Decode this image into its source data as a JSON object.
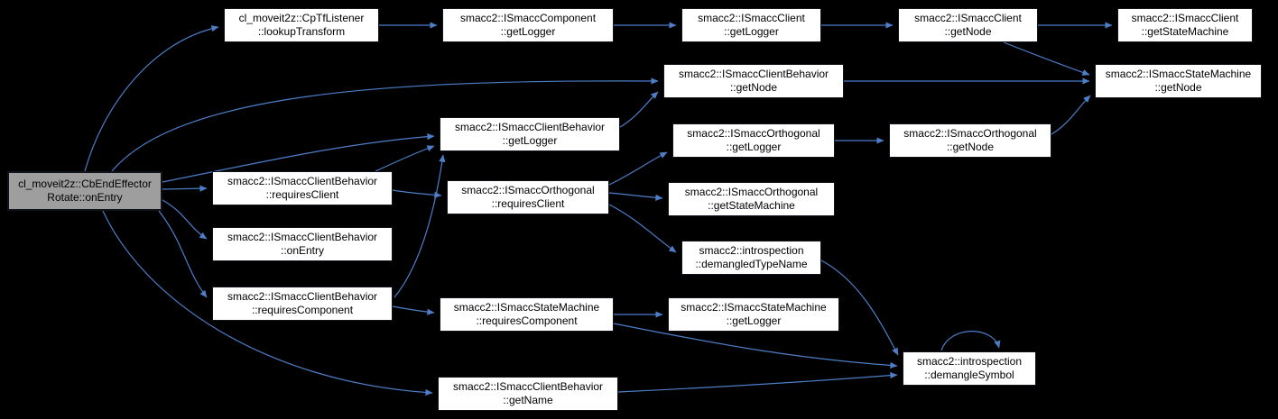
{
  "diagram": {
    "type": "call-graph",
    "root_function": "cl_moveit2z::CbEndEffectorRotate::onEntry",
    "colors": {
      "bg": "#000000",
      "edge": "#4d7ec8",
      "nodefill": "#ffffff",
      "nodeborder": "#10131a",
      "rootfill": "#9e9e9e",
      "text": "#000000"
    }
  },
  "nodes": [
    {
      "id": "cbendeffectorrotate-onentry",
      "line1": "cl_moveit2z::CbEndEffector",
      "line2": "Rotate::onEntry",
      "root": true
    },
    {
      "id": "cptflistener-lookuptransform",
      "line1": "cl_moveit2z::CpTfListener",
      "line2": "::lookupTransform"
    },
    {
      "id": "ismacccomponent-getlogger",
      "line1": "smacc2::ISmaccComponent",
      "line2": "::getLogger"
    },
    {
      "id": "ismaccclient-getlogger",
      "line1": "smacc2::ISmaccClient",
      "line2": "::getLogger"
    },
    {
      "id": "ismaccclient-getnode",
      "line1": "smacc2::ISmaccClient",
      "line2": "::getNode"
    },
    {
      "id": "ismaccclient-getstatemachine",
      "line1": "smacc2::ISmaccClient",
      "line2": "::getStateMachine"
    },
    {
      "id": "ismaccclientbehavior-getnode",
      "line1": "smacc2::ISmaccClientBehavior",
      "line2": "::getNode"
    },
    {
      "id": "ismaccstatemachine-getnode",
      "line1": "smacc2::ISmaccStateMachine",
      "line2": "::getNode"
    },
    {
      "id": "ismaccclientbehavior-getlogger",
      "line1": "smacc2::ISmaccClientBehavior",
      "line2": "::getLogger"
    },
    {
      "id": "ismaccorthogonal-getlogger",
      "line1": "smacc2::ISmaccOrthogonal",
      "line2": "::getLogger"
    },
    {
      "id": "ismaccorthogonal-getnode",
      "line1": "smacc2::ISmaccOrthogonal",
      "line2": "::getNode"
    },
    {
      "id": "ismaccclientbehavior-requiresclient",
      "line1": "smacc2::ISmaccClientBehavior",
      "line2": "::requiresClient"
    },
    {
      "id": "ismaccorthogonal-requiresclient",
      "line1": "smacc2::ISmaccOrthogonal",
      "line2": "::requiresClient"
    },
    {
      "id": "ismaccorthogonal-getstatemachine",
      "line1": "smacc2::ISmaccOrthogonal",
      "line2": "::getStateMachine"
    },
    {
      "id": "ismaccclientbehavior-onentry",
      "line1": "smacc2::ISmaccClientBehavior",
      "line2": "::onEntry"
    },
    {
      "id": "introspection-demangledtypename",
      "line1": "smacc2::introspection",
      "line2": "::demangledTypeName"
    },
    {
      "id": "ismaccclientbehavior-requirescomponent",
      "line1": "smacc2::ISmaccClientBehavior",
      "line2": "::requiresComponent"
    },
    {
      "id": "ismaccstatemachine-requirescomponent",
      "line1": "smacc2::ISmaccStateMachine",
      "line2": "::requiresComponent"
    },
    {
      "id": "ismaccstatemachine-getlogger",
      "line1": "smacc2::ISmaccStateMachine",
      "line2": "::getLogger"
    },
    {
      "id": "introspection-demanglesymbol",
      "line1": "smacc2::introspection",
      "line2": "::demangleSymbol"
    },
    {
      "id": "ismaccclientbehavior-getname",
      "line1": "smacc2::ISmaccClientBehavior",
      "line2": "::getName"
    }
  ],
  "edges": [
    {
      "from": "cbendeffectorrotate-onentry",
      "to": "cptflistener-lookuptransform"
    },
    {
      "from": "cbendeffectorrotate-onentry",
      "to": "ismaccclientbehavior-getnode"
    },
    {
      "from": "cbendeffectorrotate-onentry",
      "to": "ismaccclientbehavior-getlogger"
    },
    {
      "from": "cbendeffectorrotate-onentry",
      "to": "ismaccclientbehavior-requiresclient"
    },
    {
      "from": "cbendeffectorrotate-onentry",
      "to": "ismaccclientbehavior-onentry"
    },
    {
      "from": "cbendeffectorrotate-onentry",
      "to": "ismaccclientbehavior-requirescomponent"
    },
    {
      "from": "cbendeffectorrotate-onentry",
      "to": "ismaccclientbehavior-getname"
    },
    {
      "from": "cptflistener-lookuptransform",
      "to": "ismacccomponent-getlogger"
    },
    {
      "from": "ismacccomponent-getlogger",
      "to": "ismaccclient-getlogger"
    },
    {
      "from": "ismaccclient-getlogger",
      "to": "ismaccclient-getnode"
    },
    {
      "from": "ismaccclient-getnode",
      "to": "ismaccclient-getstatemachine"
    },
    {
      "from": "ismaccclient-getnode",
      "to": "ismaccstatemachine-getnode"
    },
    {
      "from": "ismaccclientbehavior-getnode",
      "to": "ismaccstatemachine-getnode"
    },
    {
      "from": "ismaccorthogonal-getnode",
      "to": "ismaccstatemachine-getnode"
    },
    {
      "from": "ismaccclientbehavior-getlogger",
      "to": "ismaccclientbehavior-getnode"
    },
    {
      "from": "ismaccorthogonal-getlogger",
      "to": "ismaccorthogonal-getnode"
    },
    {
      "from": "ismaccclientbehavior-requiresclient",
      "to": "ismaccorthogonal-requiresclient"
    },
    {
      "from": "ismaccclientbehavior-requiresclient",
      "to": "ismaccclientbehavior-getlogger"
    },
    {
      "from": "ismaccclientbehavior-requirescomponent",
      "to": "ismaccclientbehavior-getlogger"
    },
    {
      "from": "ismaccorthogonal-requiresclient",
      "to": "ismaccorthogonal-getlogger"
    },
    {
      "from": "ismaccorthogonal-requiresclient",
      "to": "ismaccorthogonal-getstatemachine"
    },
    {
      "from": "ismaccorthogonal-requiresclient",
      "to": "introspection-demangledtypename"
    },
    {
      "from": "ismaccclientbehavior-requirescomponent",
      "to": "ismaccstatemachine-requirescomponent"
    },
    {
      "from": "ismaccstatemachine-requirescomponent",
      "to": "ismaccstatemachine-getlogger"
    },
    {
      "from": "ismaccstatemachine-requirescomponent",
      "to": "introspection-demanglesymbol"
    },
    {
      "from": "introspection-demangledtypename",
      "to": "introspection-demanglesymbol"
    },
    {
      "from": "ismaccclientbehavior-getname",
      "to": "introspection-demanglesymbol"
    },
    {
      "from": "introspection-demanglesymbol",
      "to": "introspection-demanglesymbol"
    }
  ]
}
